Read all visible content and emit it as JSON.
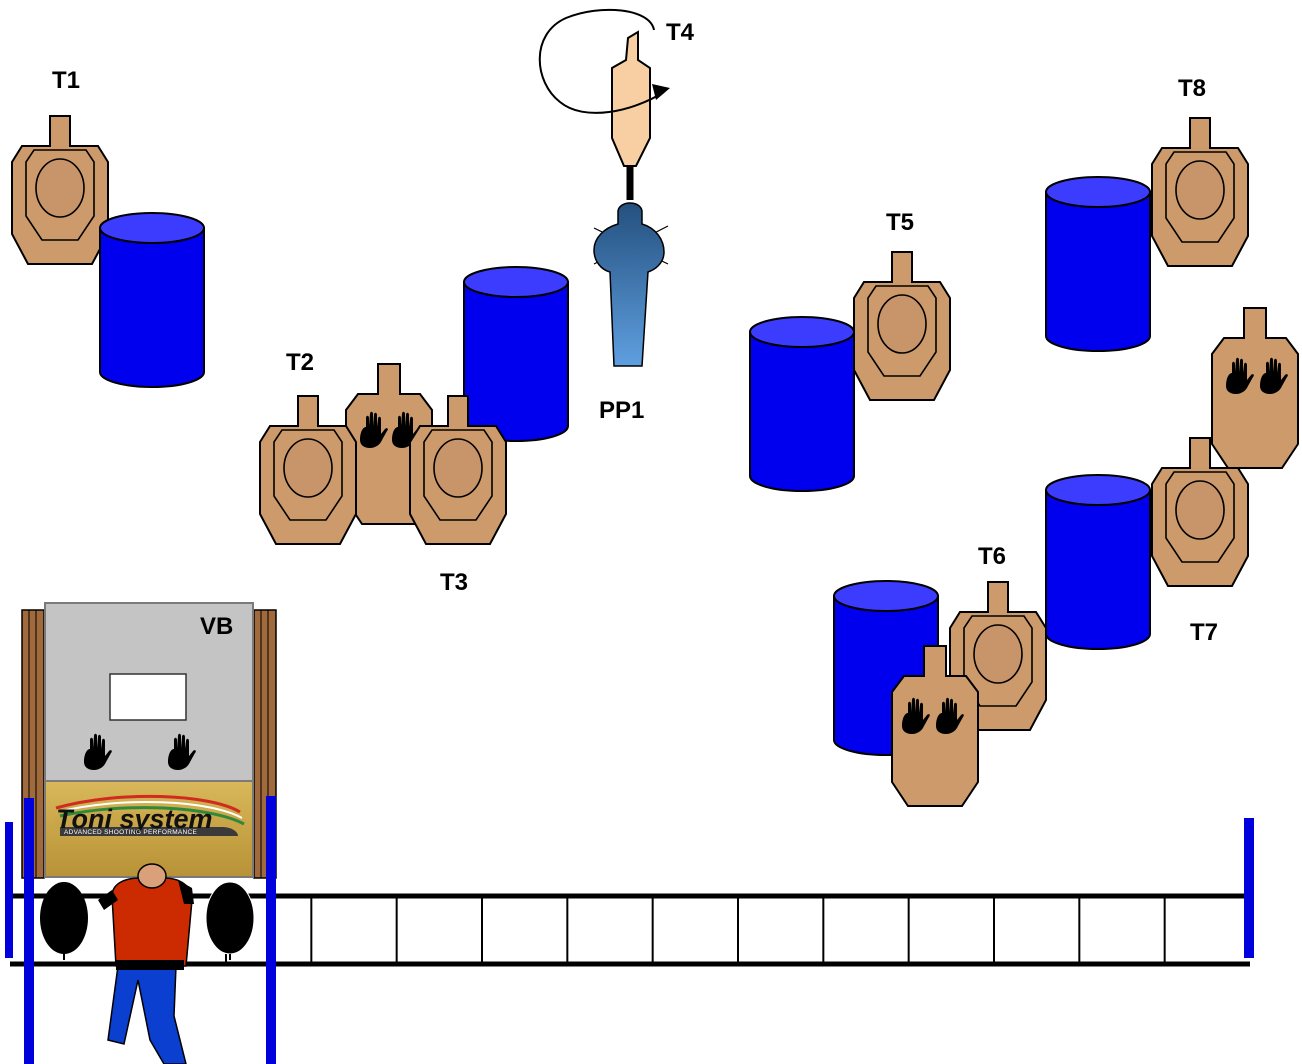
{
  "labels": {
    "t1": "T1",
    "t2": "T2",
    "t3": "T3",
    "t4": "T4",
    "t5": "T5",
    "t6": "T6",
    "t7": "T7",
    "t8": "T8",
    "pp1": "PP1",
    "vb": "VB"
  },
  "brand": {
    "name": "Toni system",
    "tagline": "ADVANCED SHOOTING PERFORMANCE"
  },
  "colors": {
    "target": "#cd9a6c",
    "target_center": "#c8956a",
    "barrel": "#0000ee",
    "barrel_top": "#3c3cff",
    "popper": "#3f77b6",
    "swinger": "#f8cfa2",
    "wall": "#c4c4c4",
    "brand_panel": "#c9a743",
    "fault_line": "#0000dd",
    "shooter_shirt": "#cc2a00",
    "shooter_pants": "#0a3fd0"
  },
  "ground_ladder_cells": 12
}
